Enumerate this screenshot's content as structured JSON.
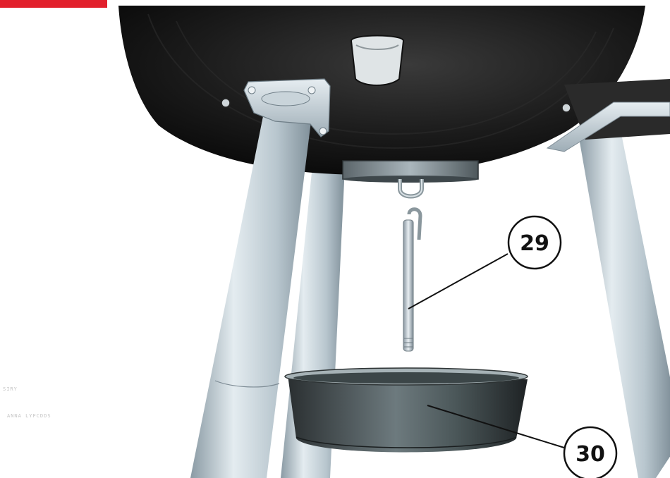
{
  "figure": {
    "callouts": [
      {
        "id": "29",
        "label": "29"
      },
      {
        "id": "30",
        "label": "30"
      }
    ],
    "faint_text": [
      "SIRY",
      "ANNA LYFCDDS"
    ],
    "colors": {
      "accent_bar": "#e2202c",
      "leg_metal": "#b4c3cc",
      "bowl_body": "#161616",
      "ash_pan": "#3c4648",
      "callout_stroke": "#111111",
      "background": "#ffffff"
    }
  }
}
